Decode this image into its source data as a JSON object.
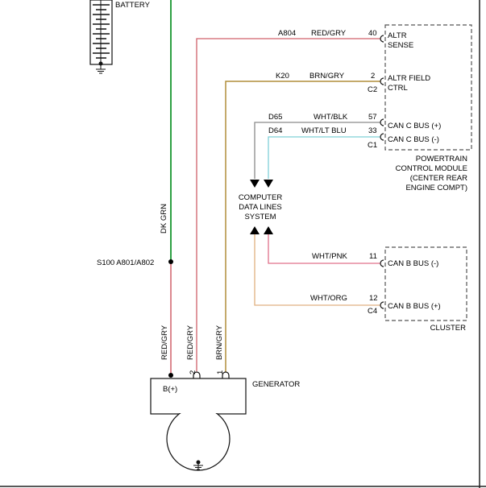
{
  "battery": {
    "label": "BATTERY"
  },
  "splice": {
    "label": "S100 A801/A802",
    "wire_color": "DK GRN"
  },
  "pcm": {
    "name_lines": [
      "POWERTRAIN",
      "CONTROL MODULE",
      "(CENTER REAR",
      "ENGINE COMPT)"
    ],
    "connector_c2": "C2",
    "connector_c1": "C1"
  },
  "cluster": {
    "name": "CLUSTER",
    "connector": "C4"
  },
  "computer": {
    "name_lines": [
      "COMPUTER",
      "DATA LINES",
      "SYSTEM"
    ]
  },
  "generator": {
    "name": "GENERATOR",
    "terminal_b": "B(+)",
    "pin_2": "2",
    "pin_1": "1"
  },
  "circuits": [
    {
      "id": "A804",
      "color": "RED/GRY",
      "pin": "40",
      "pin_label": [
        "ALTR",
        "SENSE"
      ]
    },
    {
      "id": "K20",
      "color": "BRN/GRY",
      "pin": "2",
      "pin_label": [
        "ALTR FIELD",
        "CTRL"
      ]
    },
    {
      "id": "D65",
      "color": "WHT/BLK",
      "pin": "57",
      "pin_label": [
        "CAN C BUS (+)"
      ]
    },
    {
      "id": "D64",
      "color": "WHT/LT BLU",
      "pin": "33",
      "pin_label": [
        "CAN C BUS (-)"
      ]
    },
    {
      "id": "",
      "color": "WHT/PNK",
      "pin": "11",
      "pin_label": [
        "CAN B BUS (-)"
      ]
    },
    {
      "id": "",
      "color": "WHT/ORG",
      "pin": "12",
      "pin_label": [
        "CAN B BUS (+)"
      ]
    }
  ],
  "vertical_wire_labels": {
    "gen_b": "RED/GRY",
    "gen_2": "RED/GRY",
    "gen_1": "BRN/GRY"
  },
  "wire_colors": {
    "dk_grn": "#2ea043",
    "red_gry": "#d0606a",
    "brn_gry": "#b08d3a",
    "wht_blk": "#8a8a8a",
    "wht_lt_blu": "#7fd0d8",
    "wht_pnk": "#e0708a",
    "wht_org": "#e0b080"
  }
}
